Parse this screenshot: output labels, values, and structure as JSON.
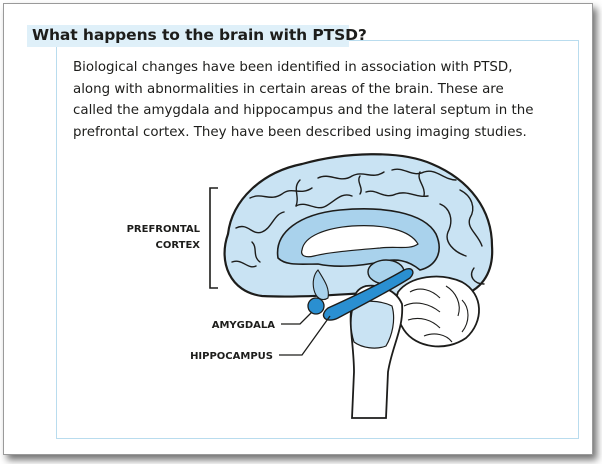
{
  "section": {
    "title": "What happens to the brain with PTSD?",
    "paragraph_lines": [
      "Biological changes have been identified in association with PTSD,",
      "along with abnormalities in certain areas of the brain. These are",
      "called the amygdala and hippocampus and the lateral septum in the",
      "prefrontal cortex. They have been described using imaging studies."
    ]
  },
  "figure": {
    "labels": {
      "prefrontal_line1": "PREFRONTAL",
      "prefrontal_line2": "CORTEX",
      "amygdala": "AMYGDALA",
      "hippocampus": "HIPPOCAMPUS"
    },
    "colors": {
      "cortex_fill": "#c9e3f3",
      "inner_fill": "#a9d2ec",
      "highlight_blue": "#2a8fd1",
      "outline": "#1d1d1b",
      "panel_border": "#b9dcee",
      "title_band": "#dff0f9"
    }
  }
}
